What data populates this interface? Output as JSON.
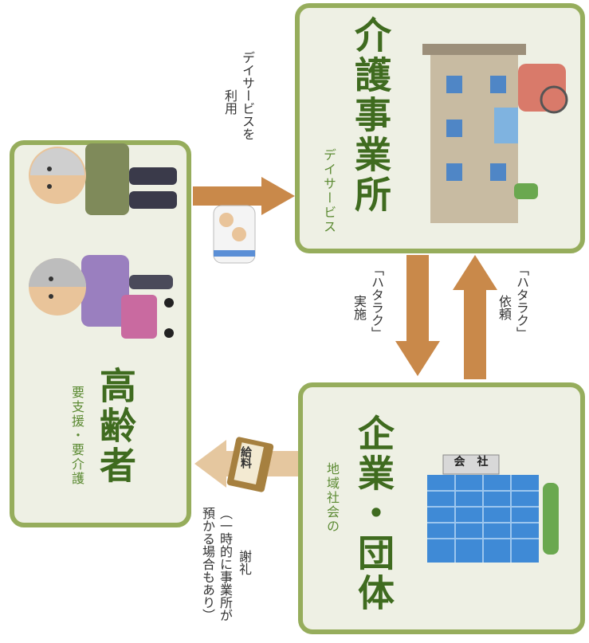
{
  "elderly": {
    "subtitle": "要支援・要介護",
    "title": "高齢者"
  },
  "care_office": {
    "subtitle": "デイサービス",
    "title": "介護事業所"
  },
  "company": {
    "subtitle": "地域社会の",
    "title": "企業・団体"
  },
  "arrows": {
    "use_dayservice_1": "デイサービスを",
    "use_dayservice_2": "利用",
    "hataraku_exec_1": "「ハタラク」",
    "hataraku_exec_2": "実施",
    "hataraku_request_1": "「ハタラク」",
    "hataraku_request_2": "依頼",
    "thanks_1": "謝礼",
    "thanks_2": "（一時的に事業所が",
    "thanks_3": "預かる場合もあり）"
  },
  "building_sign": {
    "char1": "会",
    "char2": "社"
  },
  "envelope": {
    "char1": "給",
    "char2": "料"
  },
  "colors": {
    "box_border": "#96ad5c",
    "box_fill": "#eef0e4",
    "arrow_dark": "#c9894a",
    "arrow_light": "#e5c79f",
    "title_green": "#3f6b1f"
  }
}
